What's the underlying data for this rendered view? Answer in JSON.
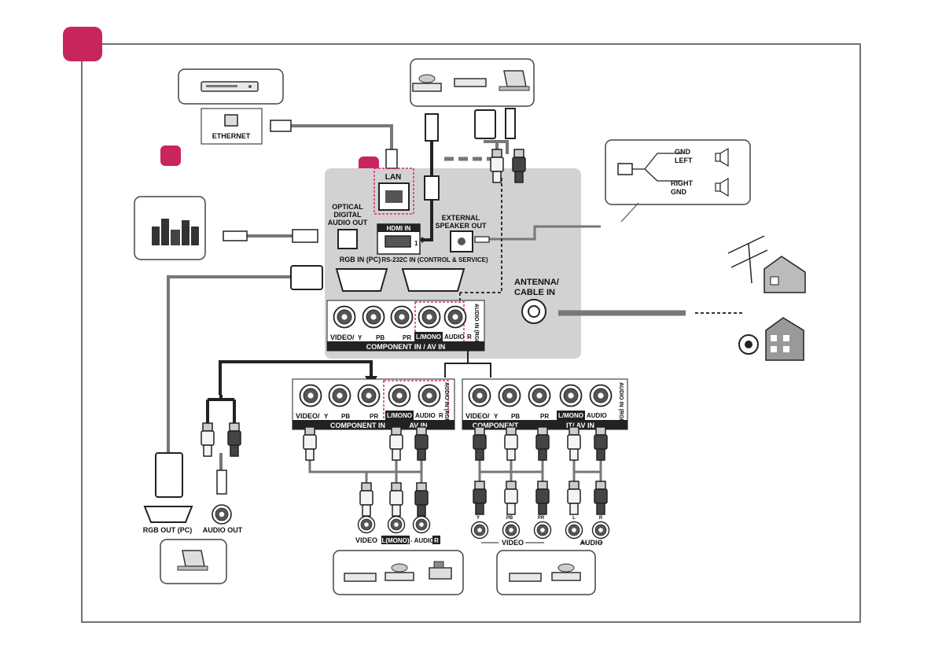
{
  "colors": {
    "accent": "#c8255f",
    "panel": "#d2d2d2",
    "cable": "#777777",
    "dark": "#222222",
    "dotted": "#d1307a"
  },
  "device_icons": {
    "router": "set-top-box-icon",
    "pc_top": [
      "dvd-player-icon",
      "set-top-box-icon",
      "laptop-icon"
    ],
    "speakers": "home-theater-speakers-icon",
    "antenna": "roof-antenna-icon",
    "cable": "cable-wall-socket-icon",
    "laptop_bottom": "laptop-icon",
    "av_devices": [
      "set-top-box-icon",
      "dvd-player-icon",
      "camcorder-icon"
    ],
    "component_devices": [
      "set-top-box-icon",
      "dvd-player-icon"
    ]
  },
  "labels": {
    "ethernet": "ETHERNET",
    "lan": "LAN",
    "optical": [
      "OPTICAL",
      "DIGITAL",
      "AUDIO OUT"
    ],
    "hdmi": "HDMI IN",
    "hdmi_num": "1",
    "ext_speaker": [
      "EXTERNAL",
      "SPEAKER OUT"
    ],
    "rgb_in": "RGB IN (PC)",
    "rs232": "RS-232C IN (CONTROL & SERVICE)",
    "antenna": [
      "ANTENNA/",
      "CABLE IN"
    ],
    "video_y": "VIDEO/",
    "y": "Y",
    "pb": "PB",
    "pr": "PR",
    "lmono": "L/MONO",
    "audio": "AUDIO",
    "r": "R",
    "audio_in_rgb": "AUDIO IN (RGB)",
    "component_av": "COMPONENT IN / AV IN",
    "component_av_partial_a": "COMPONENT IN",
    "component_av_partial_b": "AV IN",
    "component_av_partial_c": "COMPONENT",
    "component_av_partial_d": "IT/ AV IN",
    "rgb_out": "RGB OUT (PC)",
    "audio_out": "AUDIO OUT",
    "video": "VIDEO",
    "lmono_audio_r": [
      "L(MONO)",
      "- AUDIO",
      "R"
    ],
    "comp_y": "Y",
    "comp_pb": "PB",
    "comp_pr": "PR",
    "comp_l": "L",
    "comp_r": "R",
    "video_bottom": "VIDEO",
    "audio_bottom": "AUDIO",
    "gnd": "GND",
    "left": "LEFT",
    "right": "RIGHT",
    "gnd2": "GND"
  }
}
